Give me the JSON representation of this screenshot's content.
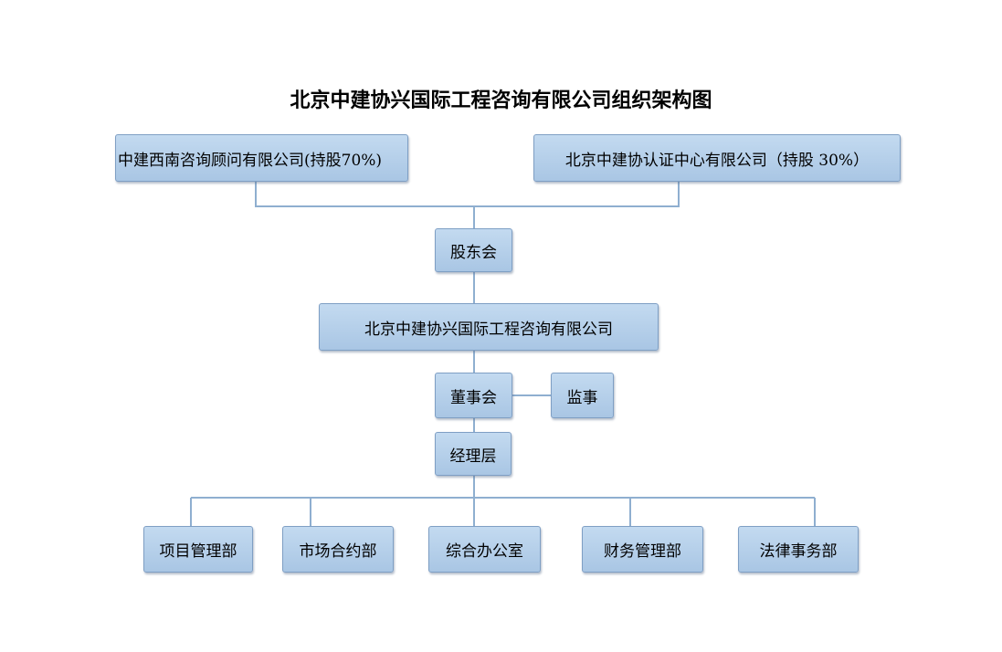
{
  "title": "北京中建协兴国际工程咨询有限公司组织架构图",
  "shareholders": [
    "中建西南咨询顾问有限公司(持股70%)",
    "北京中建协认证中心有限公司（持股 30%）"
  ],
  "shareholders_meeting": "股东会",
  "company": "北京中建协兴国际工程咨询有限公司",
  "board": "董事会",
  "supervisor": "监事",
  "management": "经理层",
  "departments": [
    "项目管理部",
    "市场合约部",
    "综合办公室",
    "财务管理部",
    "法律事务部"
  ],
  "colors": {
    "box_fill": "#b6d0ea",
    "box_border": "#7f9fc4",
    "line": "#8fafd0"
  }
}
